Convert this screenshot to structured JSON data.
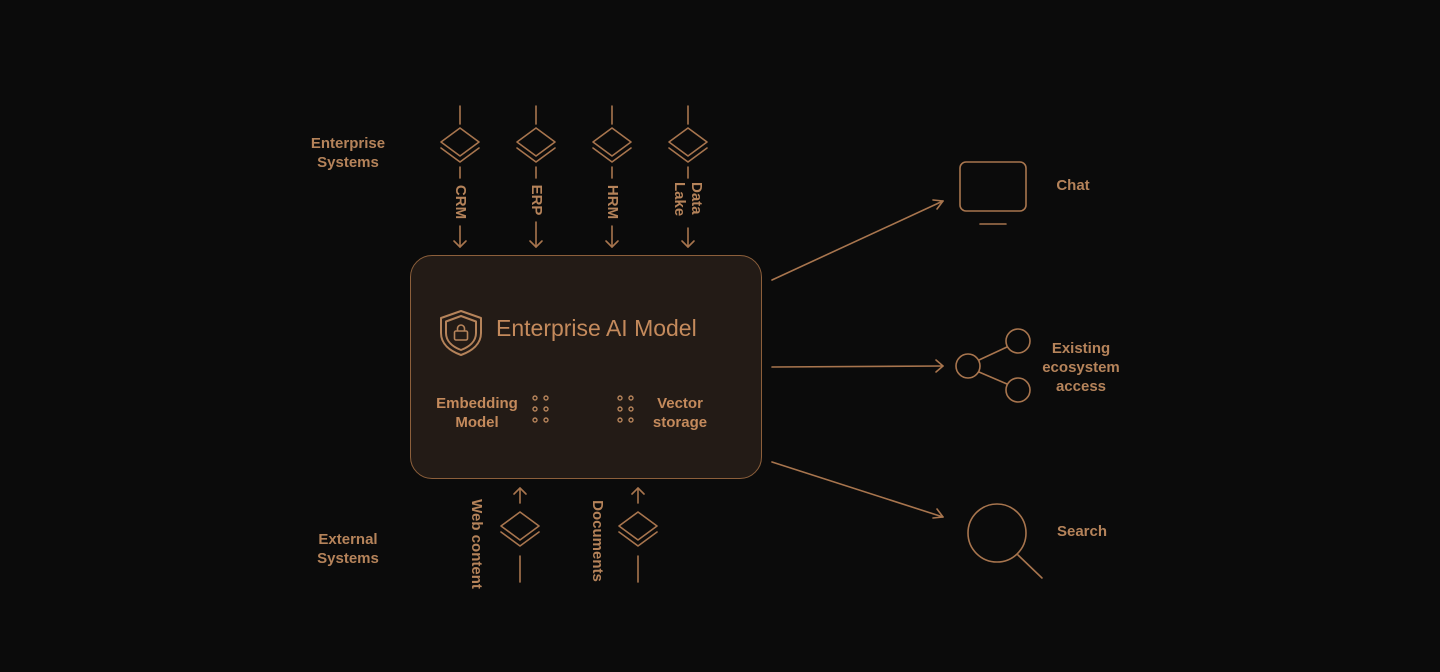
{
  "groups": {
    "enterprise": "Enterprise\nSystems",
    "external": "External\nSystems"
  },
  "sources_top": [
    {
      "label": "CRM"
    },
    {
      "label": "ERP"
    },
    {
      "label": "HRM"
    },
    {
      "label": "Data\nLake"
    }
  ],
  "sources_bottom": [
    {
      "label": "Web content"
    },
    {
      "label": "Documents"
    }
  ],
  "core": {
    "title": "Enterprise AI Model",
    "left_module": "Embedding\nModel",
    "right_module": "Vector\nstorage"
  },
  "outputs": [
    {
      "label": "Chat",
      "icon": "monitor-icon"
    },
    {
      "label": "Existing\necosystem\naccess",
      "icon": "share-nodes-icon"
    },
    {
      "label": "Search",
      "icon": "magnifier-icon"
    }
  ],
  "colors": {
    "background": "#0b0b0b",
    "stroke": "#a8754e",
    "text": "#b5835a",
    "core_fill": "#231b16",
    "core_border": "#8c5f3b"
  }
}
